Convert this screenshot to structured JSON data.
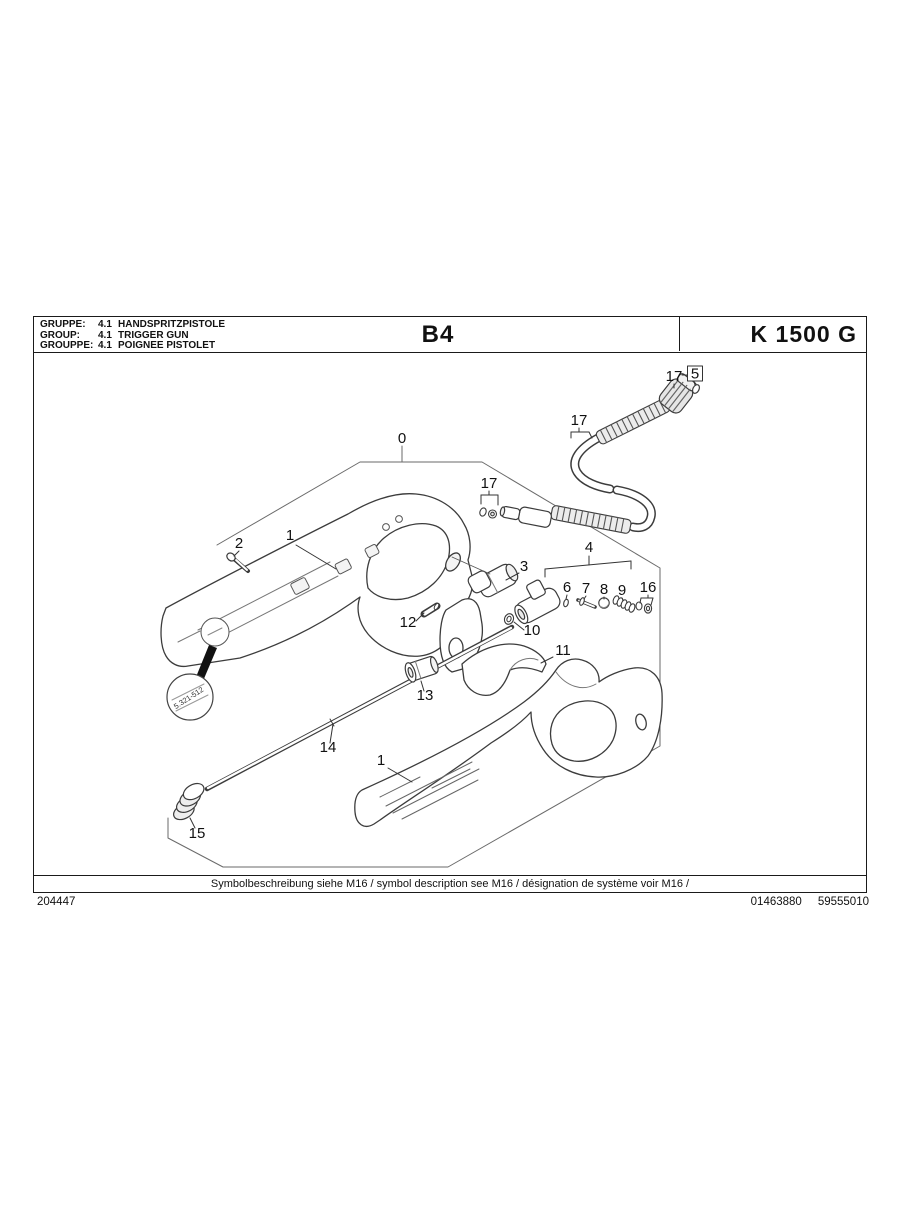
{
  "header": {
    "rows": [
      {
        "label": "GRUPPE:",
        "code": "4.1",
        "name": "HANDSPRITZPISTOLE"
      },
      {
        "label": "GROUP:",
        "code": "4.1",
        "name": "TRIGGER GUN"
      },
      {
        "label": "GROUPPE:",
        "code": "4.1",
        "name": "POIGNEE PISTOLET"
      }
    ],
    "sheet": "B4",
    "model": "K 1500 G"
  },
  "diagram": {
    "inset_code": "5.321-512",
    "callouts": [
      "0",
      "1",
      "2",
      "17",
      "5",
      "17",
      "17",
      "3",
      "4",
      "6",
      "7",
      "8",
      "9",
      "16",
      "10",
      "11",
      "12",
      "13",
      "14",
      "15",
      "1"
    ]
  },
  "footer": {
    "note": "Symbolbeschreibung siehe M16 / symbol description see M16 / désignation de système voir M16 /",
    "numbers": [
      "204447",
      "01463880",
      "59555010"
    ]
  }
}
